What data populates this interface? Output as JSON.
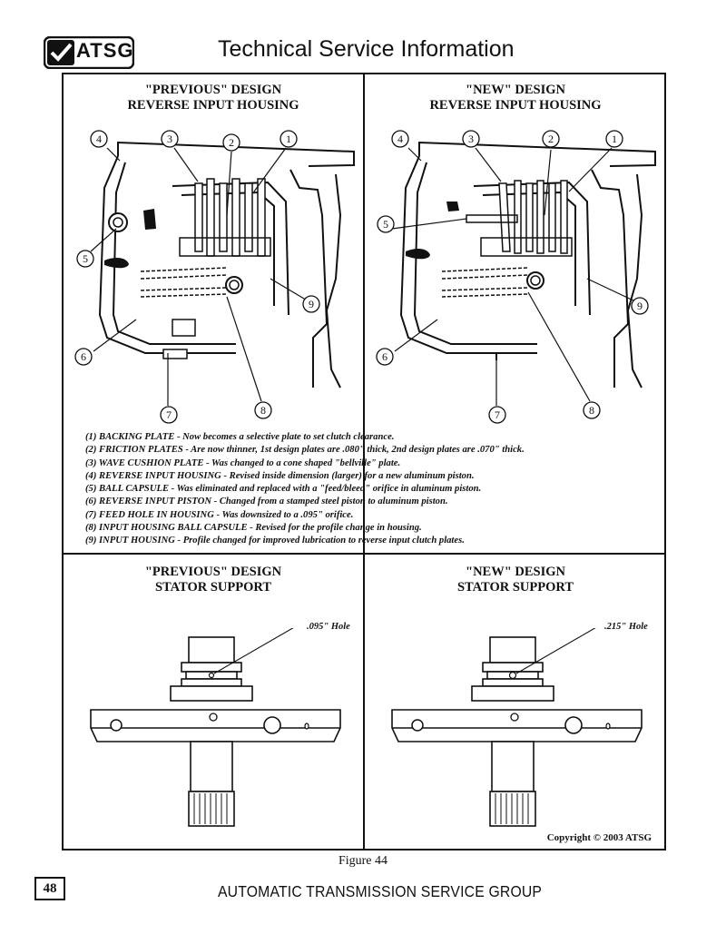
{
  "header": {
    "logo_text": "ATSG",
    "title": "Technical Service Information"
  },
  "panels": {
    "top_left_title": [
      "\"PREVIOUS\" DESIGN",
      "REVERSE INPUT HOUSING"
    ],
    "top_right_title": [
      "\"NEW\" DESIGN",
      "REVERSE INPUT HOUSING"
    ],
    "bottom_left_title": [
      "\"PREVIOUS\" DESIGN",
      "STATOR SUPPORT"
    ],
    "bottom_right_title": [
      "\"NEW\" DESIGN",
      "STATOR SUPPORT"
    ]
  },
  "callouts": [
    "1",
    "2",
    "3",
    "4",
    "5",
    "6",
    "7",
    "8",
    "9"
  ],
  "notes": [
    "(1)  BACKING PLATE - Now becomes a selective plate to set clutch clearance.",
    "(2)  FRICTION PLATES - Are now thinner, 1st design plates are .080\" thick, 2nd design plates are .070\" thick.",
    "(3)  WAVE CUSHION PLATE - Was changed to a cone shaped \"bellville\" plate.",
    "(4)  REVERSE INPUT HOUSING - Revised inside dimension (larger) for a new aluminum piston.",
    "(5)  BALL CAPSULE - Was eliminated and replaced with a \"feed/bleed\" orifice in aluminum piston.",
    "(6)  REVERSE INPUT PISTON - Changed from a stamped steel piston to aluminum piston.",
    "(7)  FEED HOLE IN HOUSING - Was downsized to a .095\" orifice.",
    "(8)  INPUT HOUSING BALL CAPSULE - Revised for the profile change in housing.",
    "(9)  INPUT HOUSING - Profile changed for improved lubrication to reverse input clutch plates."
  ],
  "hole_labels": {
    "previous": ".095\" Hole",
    "new": ".215\" Hole"
  },
  "copyright": "Copyright © 2003 ATSG",
  "caption": "Figure 44",
  "page_number": "48",
  "footer": "AUTOMATIC TRANSMISSION SERVICE GROUP"
}
